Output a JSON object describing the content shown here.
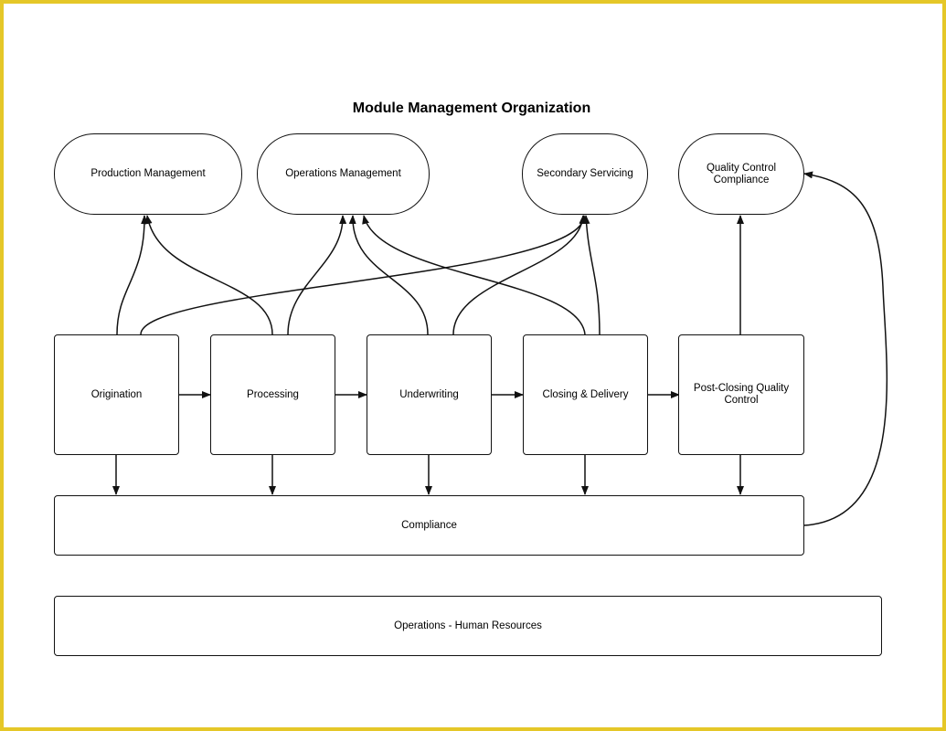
{
  "title": "Module Management Organization",
  "departments": {
    "production_management": "Production Management",
    "operations_management": "Operations Management",
    "secondary_servicing": "Secondary Servicing",
    "quality_control_compliance": "Quality Control Compliance"
  },
  "process": {
    "origination": "Origination",
    "processing": "Processing",
    "underwriting": "Underwriting",
    "closing_delivery": "Closing & Delivery",
    "post_closing_quality_control": "Post-Closing Quality Control"
  },
  "compliance": "Compliance",
  "operations_hr": "Operations - Human Resources",
  "colors": {
    "frame": "#e5c728",
    "stroke": "#111111"
  }
}
